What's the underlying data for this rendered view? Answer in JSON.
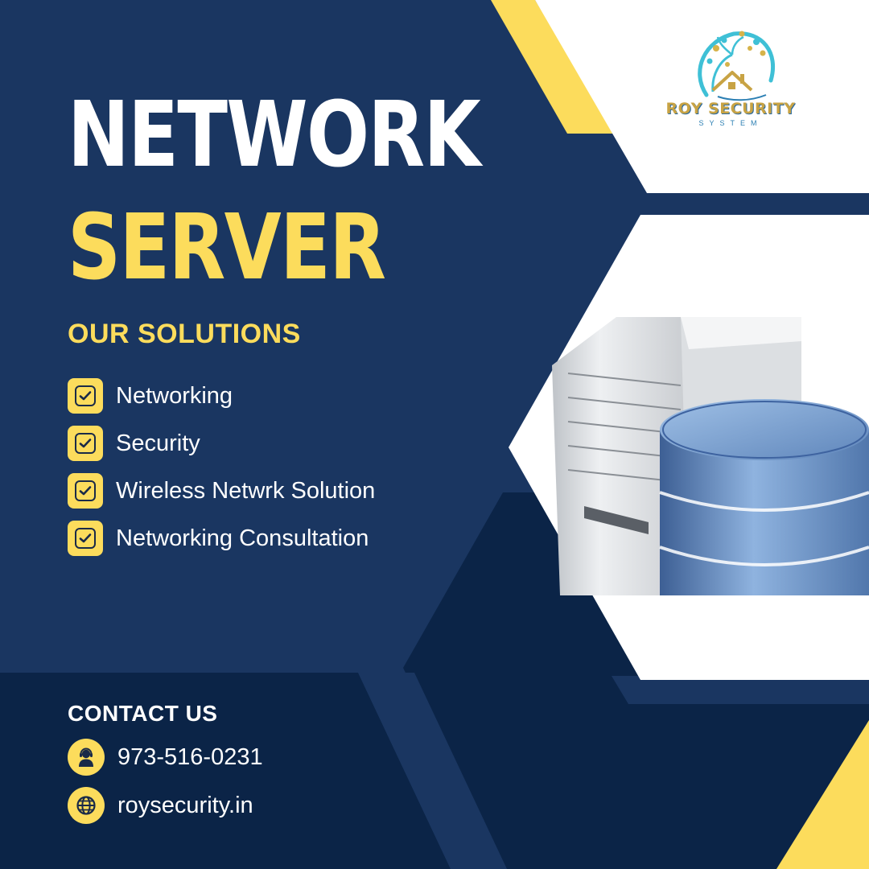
{
  "headline": {
    "line1": "NETWORK",
    "line2": "SERVER"
  },
  "solutions": {
    "heading": "OUR SOLUTIONS",
    "items": [
      {
        "label": "Networking",
        "icon": "check-icon"
      },
      {
        "label": "Security",
        "icon": "check-icon"
      },
      {
        "label": "Wireless Netwrk Solution",
        "icon": "check-icon"
      },
      {
        "label": "Networking Consultation",
        "icon": "check-icon"
      }
    ]
  },
  "contact": {
    "heading": "CONTACT US",
    "phone": "973-516-0231",
    "phone_icon": "support-agent-icon",
    "website": "roysecurity.in",
    "website_icon": "globe-icon"
  },
  "logo": {
    "name": "ROY SECURITY",
    "tagline": "SYSTEM"
  },
  "colors": {
    "background": "#1a3661",
    "dark_navy": "#0b2447",
    "accent_yellow": "#fcdc5c",
    "text_white": "#ffffff",
    "database_blue": "#5b86bd"
  }
}
